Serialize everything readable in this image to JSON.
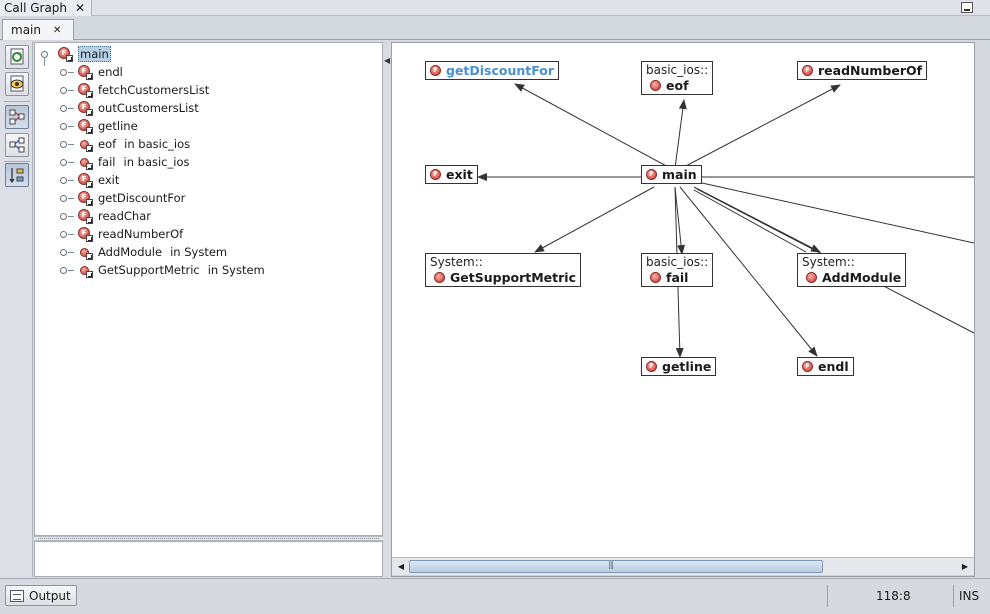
{
  "window": {
    "title": "Call Graph"
  },
  "document_tab": {
    "label": "main"
  },
  "toolbar": {
    "icons": [
      "refresh-icon",
      "view-icon",
      "callers-icon",
      "callees-icon",
      "layout-icon"
    ]
  },
  "tree": {
    "root": {
      "label": "main"
    },
    "children": [
      {
        "label": "endl",
        "owner": "",
        "icon": "function-icon"
      },
      {
        "label": "fetchCustomersList",
        "owner": "",
        "icon": "function-icon"
      },
      {
        "label": "outCustomersList",
        "owner": "",
        "icon": "function-icon"
      },
      {
        "label": "getline",
        "owner": "",
        "icon": "function-icon"
      },
      {
        "label": "eof",
        "owner": "in basic_ios",
        "icon": "method-icon"
      },
      {
        "label": "fail",
        "owner": "in basic_ios",
        "icon": "method-icon"
      },
      {
        "label": "exit",
        "owner": "",
        "icon": "function-icon"
      },
      {
        "label": "getDiscountFor",
        "owner": "",
        "icon": "function-icon"
      },
      {
        "label": "readChar",
        "owner": "",
        "icon": "function-icon"
      },
      {
        "label": "readNumberOf",
        "owner": "",
        "icon": "function-icon"
      },
      {
        "label": "AddModule",
        "owner": "in System",
        "icon": "method-icon"
      },
      {
        "label": "GetSupportMetric",
        "owner": "in System",
        "icon": "method-icon"
      }
    ]
  },
  "graph": {
    "nodes": {
      "getDiscountFor": {
        "ns": "",
        "name": "getDiscountFor"
      },
      "eof": {
        "ns": "basic_ios::",
        "name": "eof"
      },
      "readNumberOf": {
        "ns": "",
        "name": "readNumberOf"
      },
      "exit": {
        "ns": "",
        "name": "exit"
      },
      "main": {
        "ns": "",
        "name": "main"
      },
      "GetSupportMetric": {
        "ns": "System::",
        "name": "GetSupportMetric"
      },
      "fail": {
        "ns": "basic_ios::",
        "name": "fail"
      },
      "AddModule": {
        "ns": "System::",
        "name": "AddModule"
      },
      "getline": {
        "ns": "",
        "name": "getline"
      },
      "endl": {
        "ns": "",
        "name": "endl"
      }
    },
    "colors": {
      "link": "#4a90d0",
      "edge": "#333333"
    }
  },
  "status": {
    "output_label": "Output",
    "caret": "118:8",
    "mode": "INS"
  }
}
